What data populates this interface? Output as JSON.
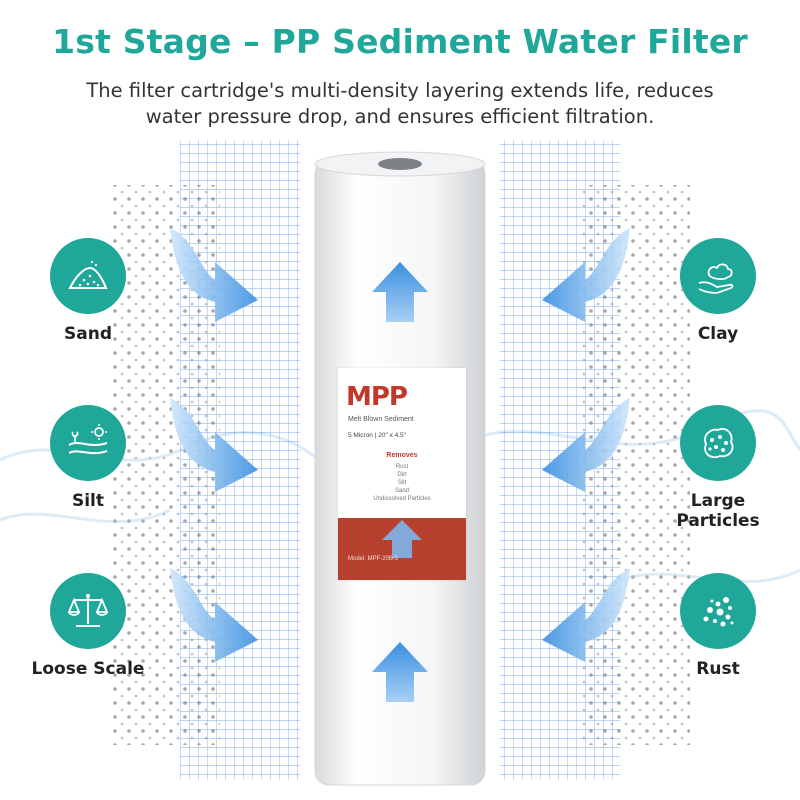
{
  "header": {
    "title": "1st Stage – PP Sediment Water Filter",
    "subtitle": "The filter cartridge's multi-density layering extends life, reduces water pressure drop, and ensures efficient filtration."
  },
  "contaminants_left": [
    {
      "label": "Sand",
      "icon": "sand-pile-icon"
    },
    {
      "label": "Silt",
      "icon": "silt-landscape-icon"
    },
    {
      "label": "Loose Scale",
      "icon": "balance-scale-icon"
    }
  ],
  "contaminants_right": [
    {
      "label": "Clay",
      "icon": "clay-hand-icon"
    },
    {
      "label": "Large Particles",
      "icon": "particles-cluster-icon"
    },
    {
      "label": "Rust",
      "icon": "rust-dots-icon"
    }
  ],
  "cartridge": {
    "brand": "MPP",
    "type": "Melt Blown Sediment",
    "spec": "5 Micron | 20\" x 4.5\"",
    "removes_heading": "Removes",
    "removes": [
      "Rust",
      "Dirt",
      "Silt",
      "Sand",
      "Undissolved Particles"
    ],
    "model": "Model: MPF-20B-5"
  },
  "colors": {
    "accent": "#1fa89a",
    "arrow_blue": "#3b8fe0",
    "mesh_blue": "#4d8fe8",
    "label_red": "#b8402e"
  }
}
